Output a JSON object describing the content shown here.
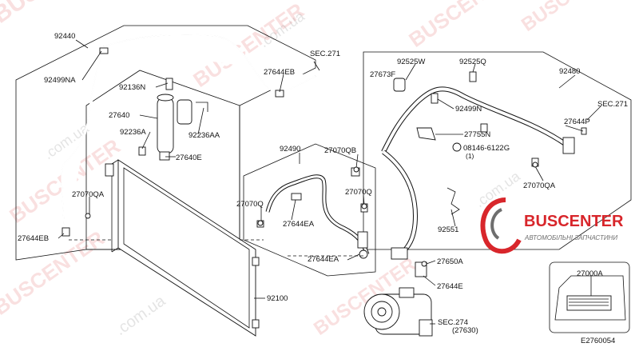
{
  "labels": {
    "p92440": "92440",
    "p92499NA": "92499NA",
    "p92136N": "92136N",
    "p27640": "27640",
    "p92236A": "92236A",
    "p92236AA": "92236AA",
    "p27640E": "27640E",
    "p27644EB_top": "27644EB",
    "sec271_top": "SEC.271",
    "p27070QA_left": "27070QA",
    "p27644EB_left": "27644EB",
    "p92490": "92490",
    "p27070QB": "27070QB",
    "p27070Q_mid": "27070Q",
    "p27070Q_left": "27070Q",
    "p27644EA_a": "27644EA",
    "p27644EA_b": "27644EA",
    "p92525W": "92525W",
    "p27673F": "27673F",
    "p92525Q": "92525Q",
    "p92480": "92480",
    "p92499N": "92499N",
    "sec271_right": "SEC.271",
    "p27755N": "27755N",
    "p08146": "08146-6122G",
    "p08146_qty": "(1)",
    "p27644P": "27644P",
    "p27070QA_right": "27070QA",
    "p92551": "92551",
    "p27650A": "27650A",
    "p27644E": "27644E",
    "p92100": "92100",
    "sec274": "SEC.274",
    "sec274_ref": "(27630)",
    "p27000A": "27000A",
    "diagram_code": "E2760054"
  },
  "logo": {
    "brand": "BUSCENTER",
    "tagline": "АВТОМОБІЛЬНІ ЗАПЧАСТИНИ"
  },
  "watermarks": {
    "brand": "BUSCENTER",
    "domain": ".com.ua"
  },
  "colors": {
    "brand_red": "#d8262b",
    "brand_gray": "#6e6e6e",
    "line": "#111111"
  }
}
